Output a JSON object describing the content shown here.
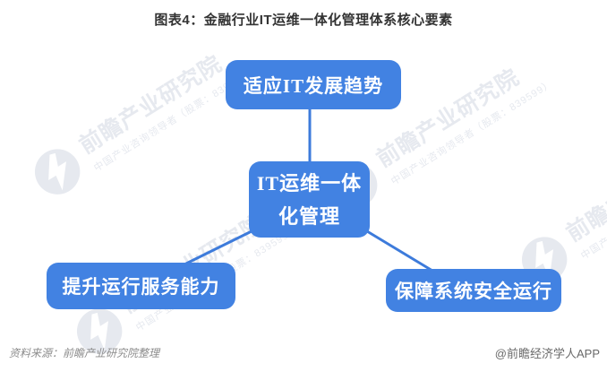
{
  "page": {
    "title": "图表4：金融行业IT运维一体化管理体系核心要素"
  },
  "diagram": {
    "top_node": {
      "label": "适应IT发展趋势"
    },
    "center_node": {
      "label": "IT运维一体化管理",
      "line1": "IT运维一体",
      "line2": "化管理"
    },
    "bottom_left_node": {
      "label": "提升运行服务能力"
    },
    "bottom_right_node": {
      "label": "保障系统安全运行"
    }
  },
  "watermark": {
    "brand": "前瞻产业研究院",
    "tagline": "中国产业咨询领导者（股票：839599）"
  },
  "footer": {
    "source": "资料来源：前瞻产业研究院整理",
    "credit": "@前瞻经济学人APP"
  },
  "colors": {
    "node_fill": "#4282E2",
    "connector": "#3D7BDB",
    "title_text": "#333333",
    "node_text": "#FFFFFF",
    "watermark": "#E6E9EF",
    "source_text": "#8C8C8C",
    "credit_text": "#696969"
  }
}
